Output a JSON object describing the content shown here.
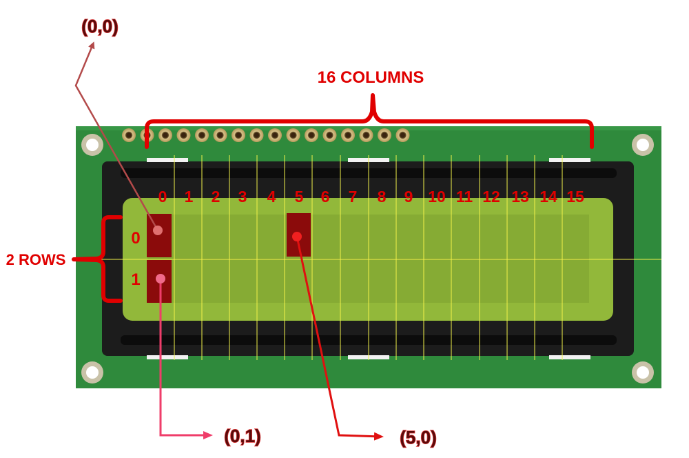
{
  "annotations": {
    "columns_label": "16 COLUMNS",
    "rows_label": "2 ROWS",
    "coord_origin": "(0,0)",
    "coord_row1": "(0,1)",
    "coord_col5": "(5,0)"
  },
  "lcd": {
    "column_numbers": [
      "0",
      "1",
      "2",
      "3",
      "4",
      "5",
      "6",
      "7",
      "8",
      "9",
      "10",
      "11",
      "12",
      "13",
      "14",
      "15"
    ],
    "row_numbers": [
      "0",
      "1"
    ],
    "pin_count": 16,
    "highlighted_cells": [
      {
        "col": 0,
        "row": 0
      },
      {
        "col": 5,
        "row": 0
      },
      {
        "col": 0,
        "row": 1
      }
    ]
  },
  "colors": {
    "pcb": "#2f8a3c",
    "bezel": "#1c1c1c",
    "screen": "#92b83a",
    "screen_inner": "#86ab34",
    "highlight_cell": "#8b0b0b",
    "label_red": "#e00000",
    "grid_yellow": "#f2f24a",
    "arrow_origin": "#b34a4a",
    "arrow_row1": "#ef3d6a",
    "arrow_col5": "#e01010"
  }
}
